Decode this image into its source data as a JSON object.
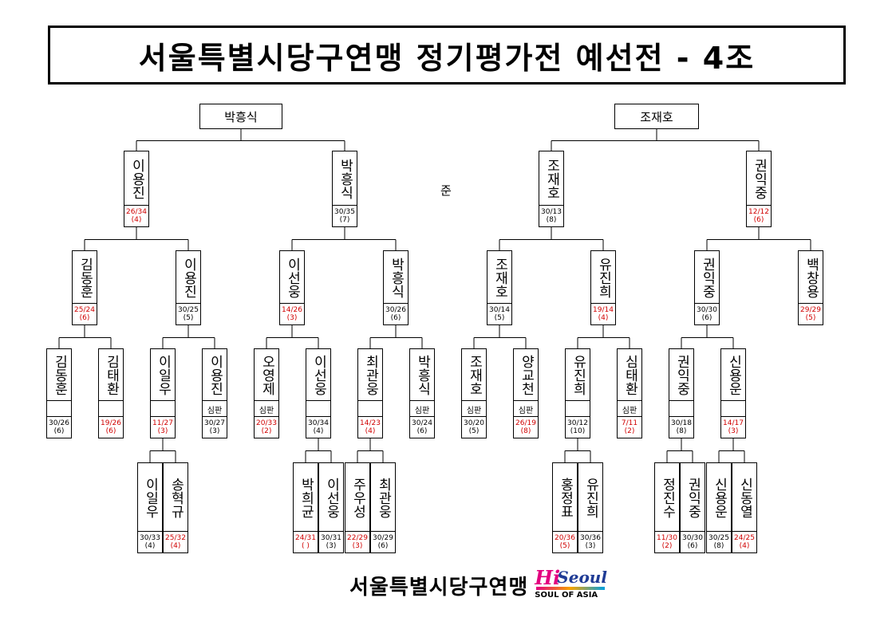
{
  "title": "서울특별시당구연맹 정기평가전 예선전 - 4조",
  "center_mark": "준",
  "footer": {
    "org": "서울특별시당구연맹",
    "logo_hi": "Hi",
    "logo_seoul": "Seoul",
    "logo_tagline": "SOUL OF ASIA"
  },
  "finalists": [
    {
      "id": "f_left",
      "name": "박흥식"
    },
    {
      "id": "f_right",
      "name": "조재호"
    }
  ],
  "players": [
    {
      "id": "q1",
      "name": "이용진",
      "score": "26/34",
      "rank": "(4)",
      "red": true,
      "judge": ""
    },
    {
      "id": "q2",
      "name": "박흥식",
      "score": "30/35",
      "rank": "(7)",
      "red": false,
      "judge": ""
    },
    {
      "id": "q3",
      "name": "조재호",
      "score": "30/13",
      "rank": "(8)",
      "red": false,
      "judge": ""
    },
    {
      "id": "q4",
      "name": "권익중",
      "score": "12/12",
      "rank": "(6)",
      "red": true,
      "judge": ""
    },
    {
      "id": "r1",
      "name": "김동훈",
      "score": "25/24",
      "rank": "(6)",
      "red": true,
      "judge": ""
    },
    {
      "id": "r2",
      "name": "이용진",
      "score": "30/25",
      "rank": "(5)",
      "red": false,
      "judge": ""
    },
    {
      "id": "r3",
      "name": "이선웅",
      "score": "14/26",
      "rank": "(3)",
      "red": true,
      "judge": ""
    },
    {
      "id": "r4",
      "name": "박흥식",
      "score": "30/26",
      "rank": "(6)",
      "red": false,
      "judge": ""
    },
    {
      "id": "r5",
      "name": "조재호",
      "score": "30/14",
      "rank": "(5)",
      "red": false,
      "judge": ""
    },
    {
      "id": "r6",
      "name": "유진희",
      "score": "19/14",
      "rank": "(4)",
      "red": true,
      "judge": ""
    },
    {
      "id": "r7",
      "name": "권익중",
      "score": "30/30",
      "rank": "(6)",
      "red": false,
      "judge": ""
    },
    {
      "id": "r8",
      "name": "백창용",
      "score": "29/29",
      "rank": "(5)",
      "red": true,
      "judge": ""
    },
    {
      "id": "s1",
      "name": "김동훈",
      "score": "30/26",
      "rank": "(6)",
      "red": false,
      "judge": " "
    },
    {
      "id": "s2",
      "name": "김태환",
      "score": "19/26",
      "rank": "(6)",
      "red": true,
      "judge": " "
    },
    {
      "id": "s3",
      "name": "이일우",
      "score": "11/27",
      "rank": "(3)",
      "red": true,
      "judge": " "
    },
    {
      "id": "s4",
      "name": "이용진",
      "score": "30/27",
      "rank": "(3)",
      "red": false,
      "judge": "심판"
    },
    {
      "id": "s5",
      "name": "오영제",
      "score": "20/33",
      "rank": "(2)",
      "red": true,
      "judge": "심판"
    },
    {
      "id": "s6",
      "name": "이선웅",
      "score": "30/34",
      "rank": "(4)",
      "red": false,
      "judge": " "
    },
    {
      "id": "s7",
      "name": "최관웅",
      "score": "14/23",
      "rank": "(4)",
      "red": true,
      "judge": " "
    },
    {
      "id": "s8",
      "name": "박흥식",
      "score": "30/24",
      "rank": "(6)",
      "red": false,
      "judge": "심판"
    },
    {
      "id": "s9",
      "name": "조재호",
      "score": "30/20",
      "rank": "(5)",
      "red": false,
      "judge": "심판"
    },
    {
      "id": "s10",
      "name": "양교천",
      "score": "26/19",
      "rank": "(8)",
      "red": true,
      "judge": "심판"
    },
    {
      "id": "s11",
      "name": "유진희",
      "score": "30/12",
      "rank": "(10)",
      "red": false,
      "judge": " "
    },
    {
      "id": "s12",
      "name": "심태환",
      "score": "7/11",
      "rank": "(2)",
      "red": true,
      "judge": "심판"
    },
    {
      "id": "s13",
      "name": "권익중",
      "score": "30/18",
      "rank": "(8)",
      "red": false,
      "judge": " "
    },
    {
      "id": "s14",
      "name": "신용운",
      "score": "14/17",
      "rank": "(3)",
      "red": true,
      "judge": " "
    },
    {
      "id": "t1",
      "name": "이일우",
      "score": "30/33",
      "rank": "(4)",
      "red": false,
      "judge": ""
    },
    {
      "id": "t2",
      "name": "송혁규",
      "score": "25/32",
      "rank": "(4)",
      "red": true,
      "judge": ""
    },
    {
      "id": "t3",
      "name": "박희균",
      "score": "24/31",
      "rank": "( )",
      "red": true,
      "judge": ""
    },
    {
      "id": "t4",
      "name": "이선웅",
      "score": "30/31",
      "rank": "(3)",
      "red": false,
      "judge": ""
    },
    {
      "id": "t5",
      "name": "주우성",
      "score": "22/29",
      "rank": "(3)",
      "red": true,
      "judge": ""
    },
    {
      "id": "t6",
      "name": "최관웅",
      "score": "30/29",
      "rank": "(6)",
      "red": false,
      "judge": ""
    },
    {
      "id": "t7",
      "name": "홍정표",
      "score": "20/36",
      "rank": "(5)",
      "red": true,
      "judge": ""
    },
    {
      "id": "t8",
      "name": "유진희",
      "score": "30/36",
      "rank": "(3)",
      "red": false,
      "judge": ""
    },
    {
      "id": "t9",
      "name": "정진수",
      "score": "11/30",
      "rank": "(2)",
      "red": true,
      "judge": ""
    },
    {
      "id": "t10",
      "name": "권익중",
      "score": "30/30",
      "rank": "(6)",
      "red": false,
      "judge": ""
    },
    {
      "id": "t11",
      "name": "신용운",
      "score": "30/25",
      "rank": "(8)",
      "red": false,
      "judge": ""
    },
    {
      "id": "t12",
      "name": "신동열",
      "score": "24/25",
      "rank": "(4)",
      "red": true,
      "judge": ""
    }
  ]
}
